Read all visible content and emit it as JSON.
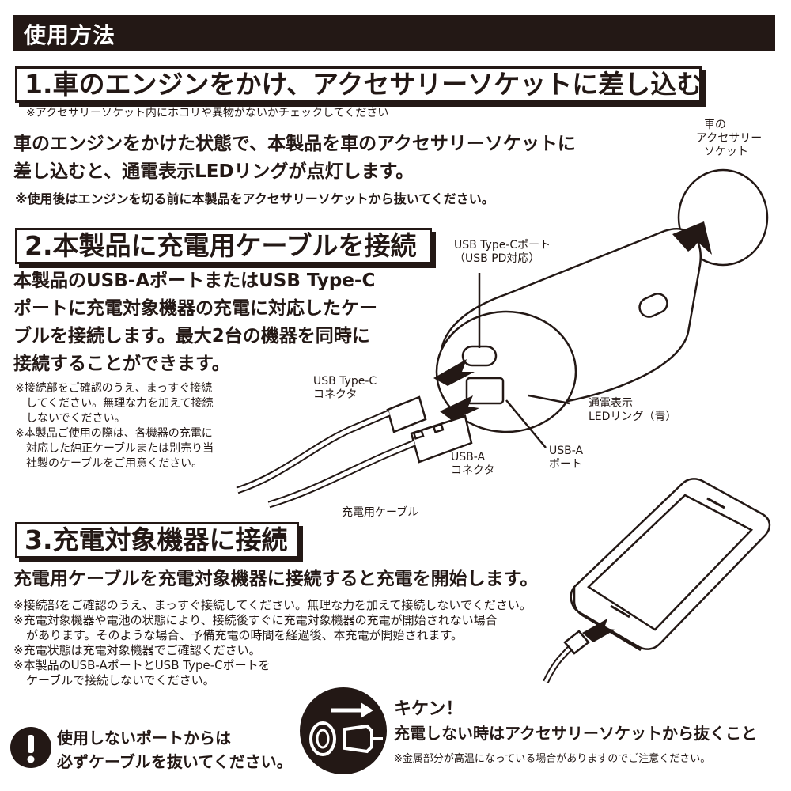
{
  "header": {
    "title": "使用方法"
  },
  "step1": {
    "heading": "1.車のエンジンをかけ、アクセサリーソケットに差し込む",
    "note": "※アクセサリーソケット内にホコリや異物がないかチェックしてください",
    "body": [
      "車のエンジンをかけた状態で、本製品を車のアクセサリーソケットに",
      "差し込むと、通電表示LEDリングが点灯します。"
    ],
    "note2": "※使用後はエンジンを切る前に本製品をアクセサリーソケットから抜いてください。"
  },
  "step2": {
    "heading": "2.本製品に充電用ケーブルを接続",
    "body": [
      "本製品のUSB-AポートまたはUSB Type-C",
      "ポートに充電対象機器の充電に対応したケー",
      "ブルを接続します。最大2台の機器を同時に",
      "接続することができます。"
    ],
    "notes": [
      "※接続部をご確認のうえ、まっすぐ接続",
      "してください。無理な力を加えて接続",
      "しないでください。",
      "※本製品ご使用の際は、各機器の充電に",
      "対応した純正ケーブルまたは別売り当",
      "社製のケーブルをご用意ください。"
    ]
  },
  "labels": {
    "socket": [
      "車の",
      "アクセサリー",
      "ソケット"
    ],
    "typec_port": [
      "USB Type-Cポート",
      "（USB PD対応）"
    ],
    "typec_connector": [
      "USB Type-C",
      "コネクタ"
    ],
    "led_ring": [
      "通電表示",
      "LEDリング（青）"
    ],
    "usba_port": [
      "USB-A",
      "ポート"
    ],
    "usba_connector": [
      "USB-A",
      "コネクタ"
    ],
    "cable": "充電用ケーブル"
  },
  "step3": {
    "heading": "3.充電対象機器に接続",
    "body": "充電用ケーブルを充電対象機器に接続すると充電を開始します。",
    "notes": [
      "※接続部をご確認のうえ、まっすぐ接続してください。無理な力を加えて接続しないでください。",
      "※充電対象機器や電池の状態により、接続後すぐに充電対象機器の充電が開始されない場合",
      "があります。そのような場合、予備充電の時間を経過後、本充電が開始されます。",
      "※充電状態は充電対象機器でご確認ください。",
      "※本製品のUSB-AポートとUSB Type-Cポートを",
      "ケーブルで接続しないでください。"
    ]
  },
  "warning": {
    "icon": "exclamation-icon",
    "lines": [
      "使用しないポートからは",
      "必ずケーブルを抜いてください。"
    ]
  },
  "caution": {
    "icon": "unplug-icon",
    "title": "キケン！",
    "body": "充電しない時はアクセサリーソケットから抜くこと",
    "note": "※金属部分が高温になっている場合がありますのでご注意ください。"
  },
  "colors": {
    "ink": "#231815",
    "background": "#ffffff"
  }
}
